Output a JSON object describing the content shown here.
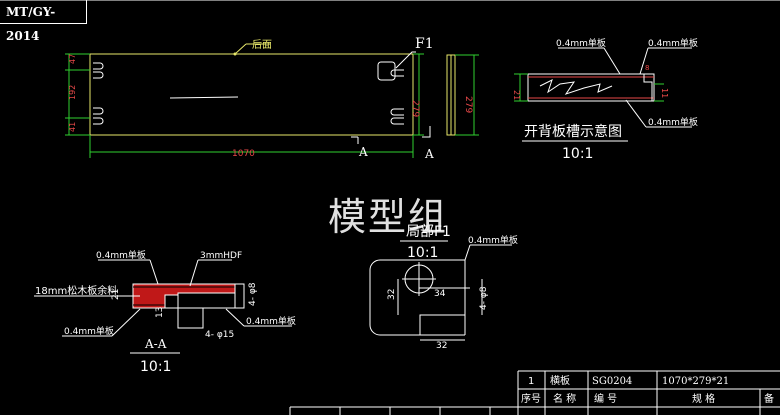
{
  "drawing_code": "MT/GY-2014",
  "watermark": "模型组",
  "main_view": {
    "label_back": "后面",
    "dim_total": "1070",
    "dim_left": [
      "47",
      "192",
      "41"
    ],
    "dim_height": "279",
    "dim_height_side": "279",
    "section_mark": "A",
    "detail_mark": "F1"
  },
  "groove_detail": {
    "label_top_left": "0.4mm单板",
    "label_top_right": "0.4mm单板",
    "label_bottom": "0.4mm单板",
    "dim_thickness": "21",
    "dim_right": "11",
    "dim_top": "8",
    "title": "开背板槽示意图",
    "scale": "10:1"
  },
  "section_aa": {
    "label_top": "0.4mm单板",
    "label_mdf": "3mmHDF",
    "label_core": "18mm松木板余料",
    "label_bottom_left": "0.4mm单板",
    "label_bottom_right": "0.4mm单板",
    "dim_21": "21",
    "dim_13": "13",
    "dim_phi8": "4- φ8",
    "dim_phi15": "4- φ15",
    "title": "A-A",
    "scale": "10:1"
  },
  "detail_f1": {
    "title": "局部F1",
    "scale": "10:1",
    "label": "0.4mm单板",
    "dim_32_left": "32",
    "dim_34": "34",
    "dim_phi8": "4- φ8",
    "dim_32_bottom": "32"
  },
  "title_block": {
    "row": {
      "no": "1",
      "name": "横板",
      "code": "SG0204",
      "spec": "1070*279*21"
    },
    "header": {
      "no": "序号",
      "name": "名 称",
      "code": "编 号",
      "spec": "规 格",
      "remark": "备"
    }
  }
}
